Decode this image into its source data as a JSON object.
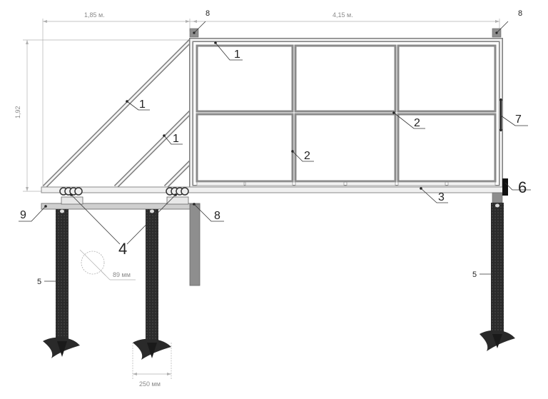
{
  "dimensions": {
    "top_left_width": "1,85 м.",
    "top_right_width": "4,15 м.",
    "height": "1,92",
    "pile_diameter": "89 мм",
    "blade_width": "250 мм"
  },
  "callouts": {
    "c1": "1",
    "c2": "2",
    "c3": "3",
    "c4": "4",
    "c5": "5",
    "c6": "6",
    "c7": "7",
    "c8": "8",
    "c9": "9"
  }
}
